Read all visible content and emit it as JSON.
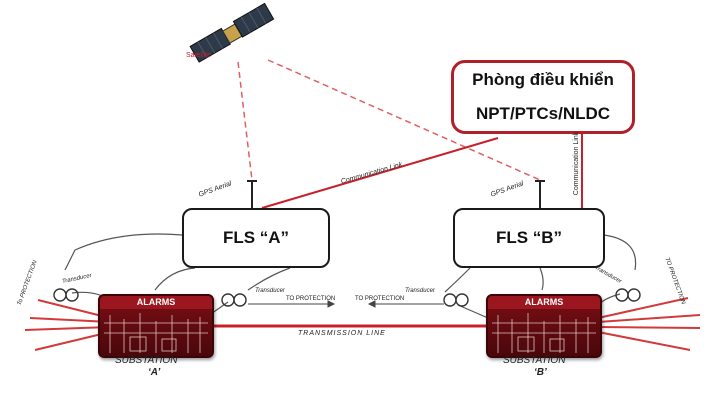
{
  "satellite": {
    "label": "Satellite"
  },
  "control_room": {
    "line1": "Phòng điều khiển",
    "line2": "NPT/PTCs/NLDC"
  },
  "fls_a": {
    "label": "FLS “A”"
  },
  "fls_b": {
    "label": "FLS “B”"
  },
  "links": {
    "comm_link_diag": "Communication Link",
    "comm_link_vert": "Communication Link",
    "gps_aerial_a": "GPS Aerial",
    "gps_aerial_b": "GPS Aerial",
    "transmission_line": "TRANSMISSION LINE"
  },
  "substation_a": {
    "alarms": "ALARMS",
    "name": "SUBSTATION",
    "id": "‘A’",
    "transducer_left": "Transducer",
    "transducer_right": "Transducer",
    "to_protection_side": "To PROTECTION",
    "to_protection_line": "TO PROTECTION"
  },
  "substation_b": {
    "alarms": "ALARMS",
    "name": "SUBSTATION",
    "id": "‘B’",
    "transducer_left": "Transducer",
    "transducer_right": "Transducer",
    "to_protection_side": "TO PROTECTION",
    "to_protection_line": "TO PROTECTION"
  },
  "colors": {
    "red": "#c8202a",
    "dark_red": "#7a0e14",
    "line": "#555555"
  }
}
